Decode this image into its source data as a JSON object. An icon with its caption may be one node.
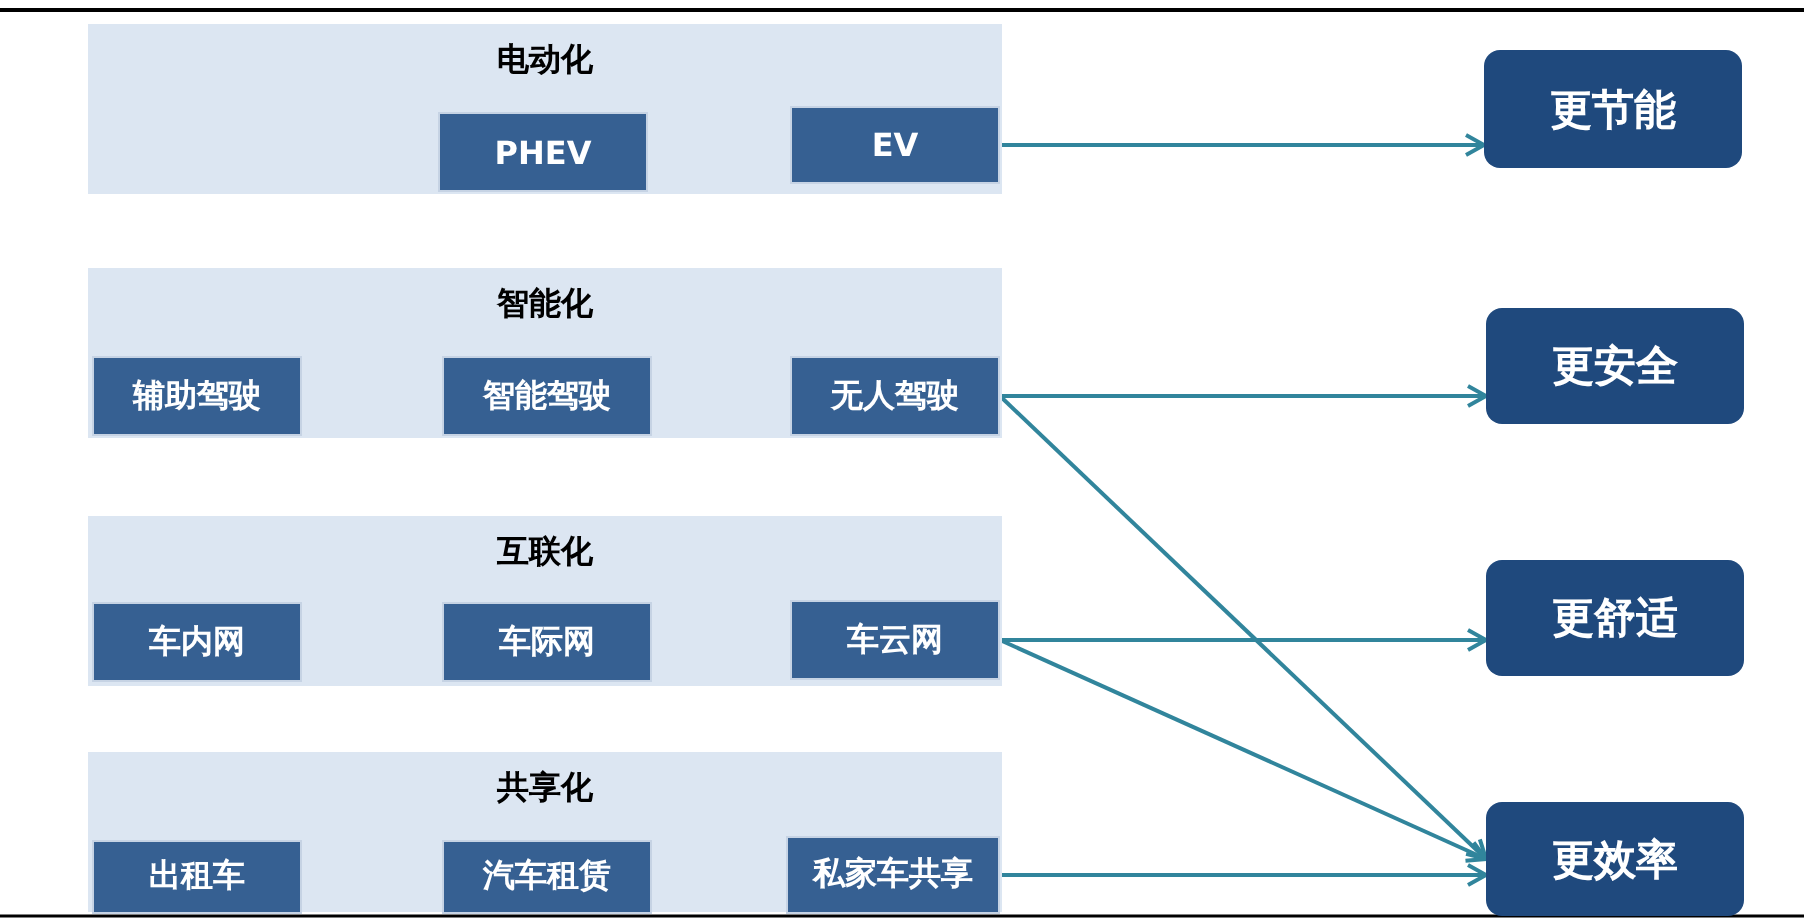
{
  "diagram": {
    "nodes": [
      {
        "text": [
          "电动化"
        ]
      },
      {
        "text": [
          "PHEV"
        ],
        "in": 0
      },
      {
        "text": [
          "EV"
        ],
        "in": 0
      },
      {
        "text": [
          "智能化"
        ]
      },
      {
        "text": [
          "辅助驾驶"
        ],
        "in": 3
      },
      {
        "text": [
          "智能驾驶"
        ],
        "in": 3
      },
      {
        "text": [
          "无人驾驶"
        ],
        "in": 3
      },
      {
        "text": [
          "互联化"
        ]
      },
      {
        "text": [
          "车内网"
        ],
        "in": 7
      },
      {
        "text": [
          "车际网"
        ],
        "in": 7
      },
      {
        "text": [
          "车云网"
        ],
        "in": 7
      },
      {
        "text": [
          "共享化"
        ]
      },
      {
        "text": [
          "出租车"
        ],
        "in": 11
      },
      {
        "text": [
          "汽车租赁"
        ],
        "in": 11
      },
      {
        "text": [
          "私家车共享"
        ],
        "in": 11
      },
      {
        "text": [
          "更节能"
        ]
      },
      {
        "text": [
          "更安全"
        ]
      },
      {
        "text": [
          "更舒适"
        ]
      },
      {
        "text": [
          "更效率"
        ]
      }
    ],
    "edges": [
      {
        "from": 2,
        "to": 15,
        "arrow": "to"
      },
      {
        "from": 6,
        "to": 16,
        "arrow": "to"
      },
      {
        "from": 6,
        "to": 18,
        "arrow": "to"
      },
      {
        "from": 10,
        "to": 17,
        "arrow": "to"
      },
      {
        "from": 10,
        "to": 18,
        "arrow": "to"
      },
      {
        "from": 14,
        "to": 18,
        "arrow": "to"
      }
    ]
  }
}
